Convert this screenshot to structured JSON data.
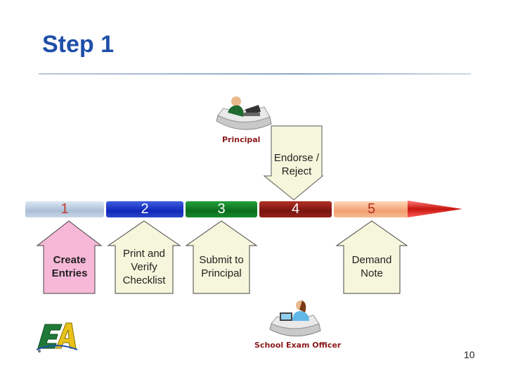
{
  "slide": {
    "title": "Step 1",
    "page_number": "10"
  },
  "timeline": {
    "segments": [
      "1",
      "2",
      "3",
      "4",
      "5"
    ]
  },
  "callouts": {
    "top": "Endorse / Reject",
    "bottom": [
      "Create Entries",
      "Print and Verify Checklist",
      "Submit to Principal",
      "Demand Note"
    ]
  },
  "roles": {
    "principal": "Principal",
    "exam_officer": "School Exam Officer"
  },
  "icons": [
    "principal-at-desk-icon",
    "exam-officer-at-desk-icon",
    "ea-logo-icon"
  ]
}
